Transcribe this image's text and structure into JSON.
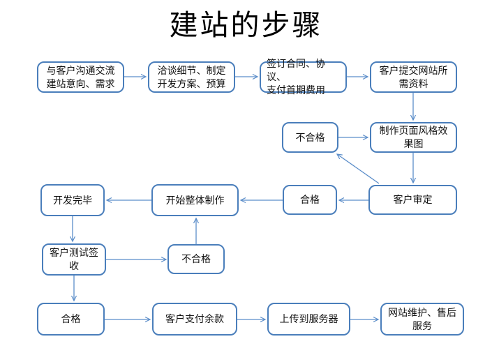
{
  "title": "建站的步骤",
  "flow": {
    "colors": {
      "box_border": "#4a7ebb",
      "arrow": "#5b8dc9",
      "text": "#111111"
    },
    "nodes": [
      {
        "id": "communicate-intent",
        "label": "与客户沟通交流\n建站意向、需求"
      },
      {
        "id": "negotiate-plan",
        "label": "洽谈细节、制定\n开发方案、预算"
      },
      {
        "id": "sign-contract",
        "label": "签订合同、协议、\n支付首期费用"
      },
      {
        "id": "submit-materials",
        "label": "客户提交网站所\n需资料"
      },
      {
        "id": "unqualified-style",
        "label": "不合格"
      },
      {
        "id": "make-style-mockup",
        "label": "制作页面风格效\n果图"
      },
      {
        "id": "dev-complete",
        "label": "开发完毕"
      },
      {
        "id": "start-production",
        "label": "开始整体制作"
      },
      {
        "id": "qualified-review",
        "label": "合格"
      },
      {
        "id": "client-review",
        "label": "客户审定"
      },
      {
        "id": "client-test-signoff",
        "label": "客户测试签\n收"
      },
      {
        "id": "unqualified-test",
        "label": "不合格"
      },
      {
        "id": "qualified-final",
        "label": "合格"
      },
      {
        "id": "pay-balance",
        "label": "客户支付余款"
      },
      {
        "id": "upload-server",
        "label": "上传到服务器"
      },
      {
        "id": "maintenance-aftersale",
        "label": "网站维护、售后\n服务"
      }
    ]
  }
}
